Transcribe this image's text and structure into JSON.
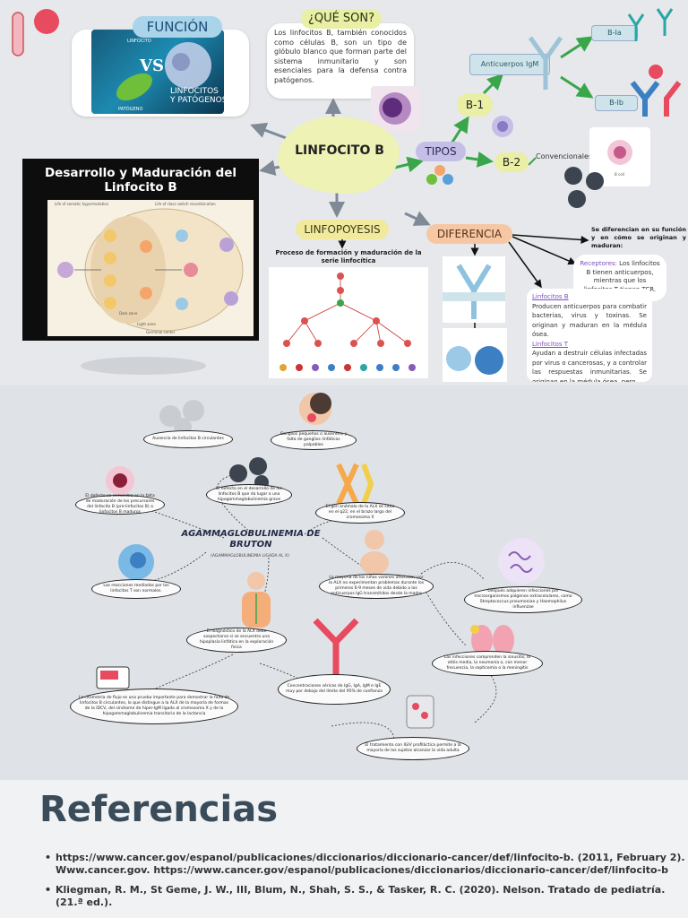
{
  "top": {
    "funcion_label": "FUNCIÓN",
    "funcion_image_vs": "VS",
    "funcion_image_linfocitos": "LINFOCITOS\nY PATÓGENOS",
    "funcion_image_linfocito_small": "LINFOCITO",
    "funcion_image_patogeno_small": "PATÓGENO",
    "que_son_label": "¿QUÉ SON?",
    "que_son_text": "Los linfocitos B, también conocidos como células B, son un tipo de glóbulo blanco que forman parte del sistema inmunitario y son esenciales para la defensa contra patógenos.",
    "center_label": "LINFOCITO B",
    "desarrollo_title": "Desarrollo y Maduración del Linfocito B",
    "desarrollo_small_labels": [
      "Life of somatic hypermutation",
      "Life of class switch recombination",
      "Dark zone",
      "Light zone",
      "Germinal center"
    ],
    "linfopoyesis_label": "LINFOPOYESIS",
    "linfopoyesis_caption": "Proceso de formación y maduración de la serie linfocítica",
    "tipos_label": "TIPOS",
    "b1_label": "B-1",
    "b2_label": "B-2",
    "anticuerpos_label": "Anticuerpos IgM",
    "b1a_label": "B-Ia",
    "b1b_label": "B-Ib",
    "convencionales_label": "Convencionales",
    "b_cell_small": "B cell",
    "diferencia_label": "DIFERENCIA",
    "diferencia_text": "Se diferencian en su función y en cómo se originan y maduran:",
    "receptores_title": "Receptores:",
    "receptores_text": "Los linfocitos B tienen anticuerpos, mientras que los linfocitos T tienen TCR.",
    "lb_title": "Linfocitos B",
    "lb_text": "Producen anticuerpos para combatir bacterias, virus y toxinas. Se originan y maduran en la médula ósea.",
    "lt_title": "Linfocitos T",
    "lt_text": "Ayudan a destruir células infectadas por virus o cancerosas, y a controlar las respuestas inmunitarias. Se originan en la médula ósea, pero"
  },
  "mid": {
    "hub_title": "AGAMMAGLOBULINEMIA DE BRUTON",
    "hub_subtitle": "(AGAMMAGLOBULINEMIA LIGADA AL X)",
    "nodes": [
      "Ausencia de linfocitos B circulantes",
      "Ganglios pequeños o ausentes, y falta de ganglios linfáticos palpables",
      "El defecto se encuentra en la falta de maduración de los precursores del linfocito B (pre-linfocitos B) a linfocitos B maduros",
      "El defecto en el desarrollo de los linfocitos B que da lugar a una hipogammaglobulinemia grave",
      "El gen anómalo de la ALX se sitúa en el q22, en el brazo largo del cromosoma X",
      "Las reacciones mediadas por los linfocitos T son normales.",
      "La mayoría de los niños varones afectados por la ALX no experimentan problemas durante los primeros 6-9 meses de vida debido a los anticuerpos IgG transmitidos desde la madre",
      "Después adquieren infecciones por microorganismos piógenos extracelulares, como Streptococcus pneumoniae y Haemophilus influenzae",
      "El diagnóstico de la ALX debe sospecharse si se encuentra una hipoplasia linfática en la exploración física",
      "Las infecciones comprenden la sinusitis, la otitis media, la neumonía o, con menor frecuencia, la septicemia o la meningitis",
      "La citometría de flujo es una prueba importante para demostrar la falta de linfocitos B circulantes, lo que distingue a la ALX de la mayoría de formas de la IDCV, del síndrome de hiper-IgM ligado al cromosoma X y de la hipogammaglobulinemia transitoria de la lactancia",
      "Concentraciones séricas de IgG, IgA, IgM e IgE muy por debajo del límite del 95% de confianza",
      "El tratamiento con IGIV profiláctica permite a la mayoría de los sujetos alcanzar la vida adulta"
    ]
  },
  "references": {
    "title": "Referencias",
    "items": [
      "https://www.cancer.gov/espanol/publicaciones/diccionarios/diccionario-cancer/def/linfocito-b. (2011, February 2). Www.cancer.gov. https://www.cancer.gov/espanol/publicaciones/diccionarios/diccionario-cancer/def/linfocito-b",
      "",
      "",
      "Kliegman, R. M., St Geme, J. W., III, Blum, N., Shah, S. S., & Tasker, R. C. (2020). Nelson. Tratado de pediatría. (21.ª ed.)."
    ]
  },
  "colors": {
    "pill_blue": "#a9d4ea",
    "pill_yellow": "#f1ea9c",
    "pill_orange": "#f6c7a4",
    "pill_purple": "#c5bfe7",
    "arrow_green": "#3aa64a",
    "arrow_gray": "#7f8a96"
  }
}
